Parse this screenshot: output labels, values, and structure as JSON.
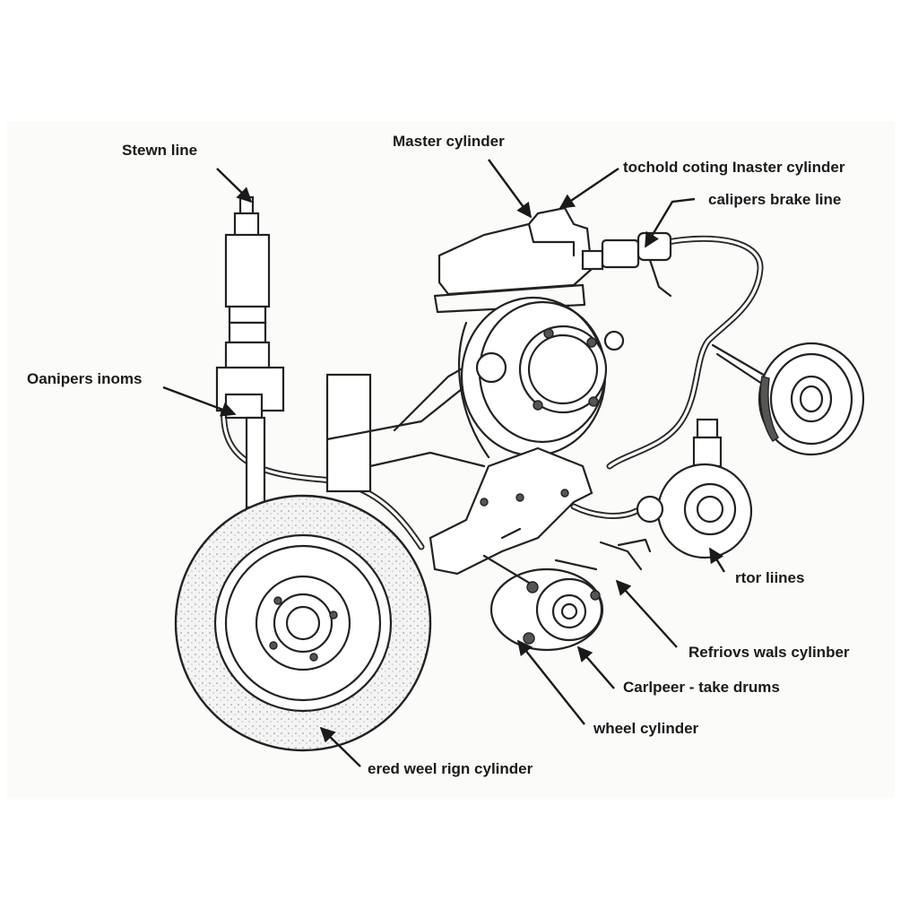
{
  "labels": {
    "stewn_line": "Stewn  line",
    "master_cylinder": "Master cylinder",
    "tochold_coting": "tochold coting  Inaster cylinder",
    "calipers_brake_line": "calipers brake  line",
    "oanipers_inoms": "Oanipers inoms",
    "rtor_liines": "rtor liines",
    "refriovs_wals_cylinber": "Refriovs wals cylinber",
    "carlpeer_take_drums": "Carlpeer - take drums",
    "wheel_cylinder": "wheel cylinder",
    "ered_weel_rign_cylinder": "ered weel rign cylinder"
  },
  "colors": {
    "ink": "#1a1a1a",
    "background": "#fbfbfa",
    "speckle": "#eeeeee"
  }
}
